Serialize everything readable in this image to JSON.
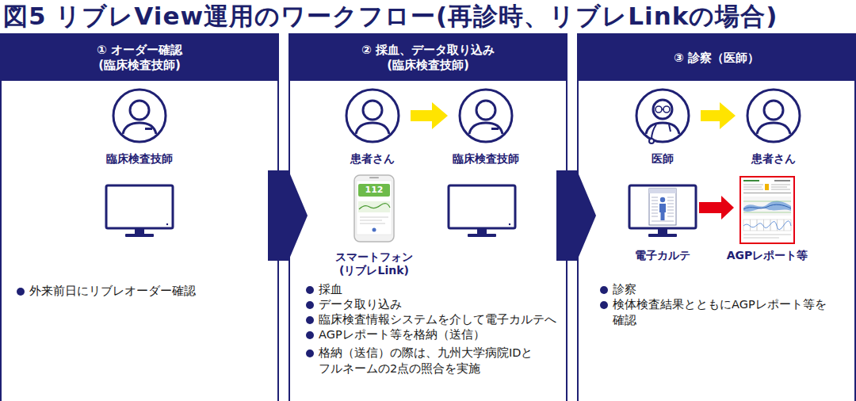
{
  "diagram": {
    "title": "図5 リブレView運用のワークフロー(再診時、リブレLinkの場合)",
    "nodes": [
      {
        "text": [
          "① オーダー確認 (臨床検査技師)",
          "外来前日にリブレオーダー確認"
        ]
      },
      {
        "text": [
          "臨床検査技師"
        ],
        "in": 0
      },
      {
        "text": [
          "② 採血、データ取り込み (臨床検査技師)",
          "採血",
          "データ取り込み",
          "臨床検査情報システムを介して電子カルテへ",
          "AGPレポート等を格納（送信）",
          "格納（送信）の際は、九州大学病院IDと フルネームの2点の照合を実施"
        ]
      },
      {
        "text": [
          "患者さん"
        ],
        "in": 2
      },
      {
        "text": [
          "臨床検査技師"
        ],
        "in": 2
      },
      {
        "text": [
          "スマートフォン (リブレLink)"
        ],
        "in": 2
      },
      {
        "text": [
          "③ 診察（医師）",
          "診察",
          "検体検査結果とともにAGPレポート等を 確認"
        ]
      },
      {
        "text": [
          "医師"
        ],
        "in": 6
      },
      {
        "text": [
          "患者さん"
        ],
        "in": 6
      },
      {
        "text": [
          "電子カルテ"
        ],
        "in": 6
      },
      {
        "text": [
          "AGPレポート等"
        ],
        "in": 6
      }
    ],
    "edges": [
      {
        "from": 0,
        "to": 2,
        "arrow": "to"
      },
      {
        "from": 2,
        "to": 6,
        "arrow": "to"
      },
      {
        "from": 3,
        "to": 4,
        "arrow": "to"
      },
      {
        "from": 7,
        "to": 8,
        "arrow": "to"
      },
      {
        "from": 9,
        "to": 10,
        "arrow": "to"
      }
    ],
    "labels": [
      "112"
    ]
  }
}
